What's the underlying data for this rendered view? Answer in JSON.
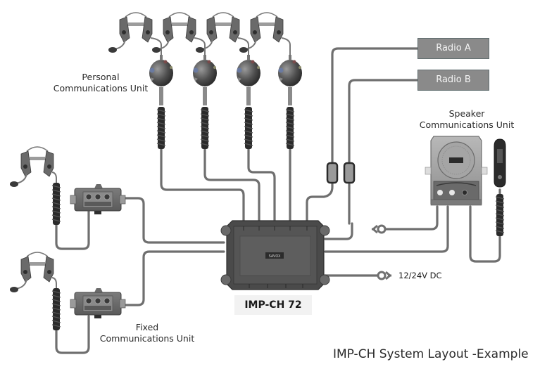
{
  "diagram": {
    "caption": "IMP-CH System Layout -Example",
    "central_unit": {
      "model": "IMP-CH 72",
      "brand_badge": "SAVOX"
    },
    "radios": [
      {
        "label": "Radio A"
      },
      {
        "label": "Radio B"
      }
    ],
    "personal_units": {
      "title_line1": "Personal",
      "title_line2": "Communications Unit",
      "count": 4
    },
    "fixed_units": {
      "title_line1": "Fixed",
      "title_line2": "Communications Unit",
      "count": 2
    },
    "speaker_unit": {
      "title_line1": "Speaker",
      "title_line2": "Communications Unit"
    },
    "power": {
      "label": "12/24V DC"
    },
    "colors": {
      "cable": "#6f6f6f",
      "device_dark": "#4a4a4a",
      "radio_box": "#8a8a8a",
      "coil": "#2b2b2b"
    }
  }
}
